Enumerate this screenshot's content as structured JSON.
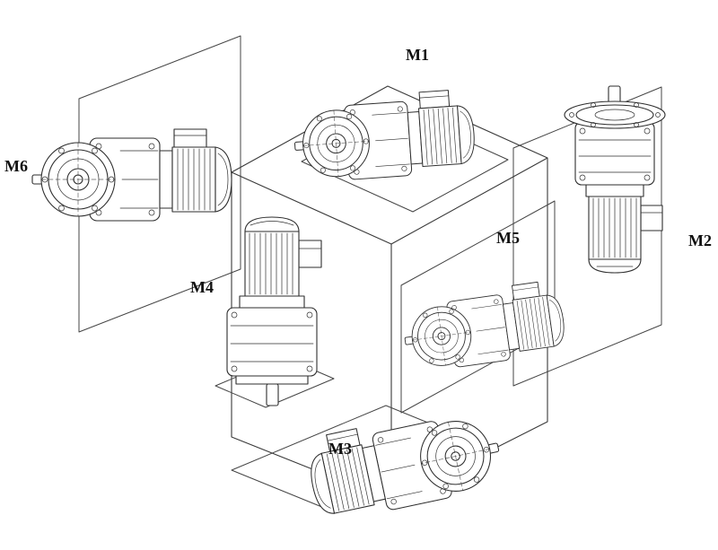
{
  "figure": {
    "type": "technical-line-drawing",
    "subject": "Gearmotor mounting positions shown around a reference cube"
  },
  "colors": {
    "background": "#ffffff",
    "line": "#2e2e2e",
    "label": "#101010"
  },
  "diagram": {
    "positions": [
      {
        "label": "M1",
        "orientation": "horizontal gearmotor on top face, output shaft toward viewer"
      },
      {
        "label": "M2",
        "orientation": "vertical gearmotor on right side, output shaft pointing up"
      },
      {
        "label": "M3",
        "orientation": "horizontal gearmotor below cube, output flange to upper right"
      },
      {
        "label": "M4",
        "orientation": "vertical gearmotor on left face, motor on top, output shaft down"
      },
      {
        "label": "M5",
        "orientation": "horizontal gearmotor on front-right face, output shaft toward viewer"
      },
      {
        "label": "M6",
        "orientation": "horizontal gearmotor on left face, output shaft toward viewer"
      }
    ]
  }
}
